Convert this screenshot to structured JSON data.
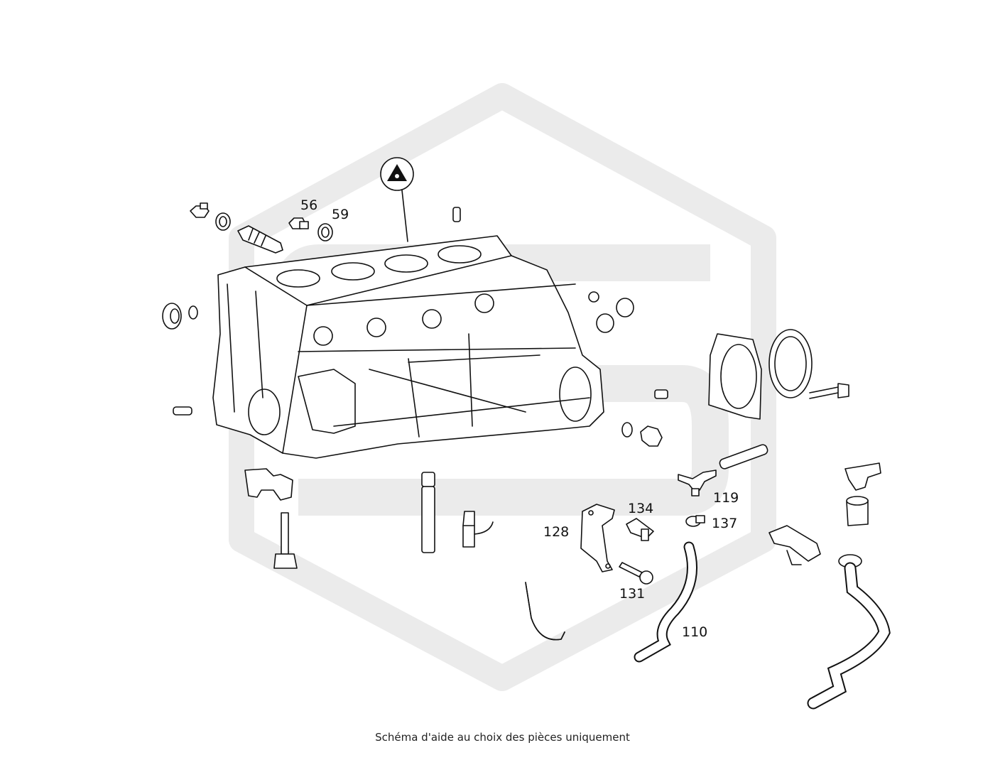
{
  "labels": {
    "l56": "56",
    "l59": "59",
    "l119": "119",
    "l137": "137",
    "l134": "134",
    "l128": "128",
    "l131": "131",
    "l110": "110"
  },
  "caption": "Schéma d'aide au choix des pièces uniquement",
  "colors": {
    "watermark": "#ebebeb",
    "line": "#111111"
  },
  "icons": {
    "alignment_symbol": "triangle-in-circle-icon",
    "watermark": "hexagon-logo-watermark"
  }
}
